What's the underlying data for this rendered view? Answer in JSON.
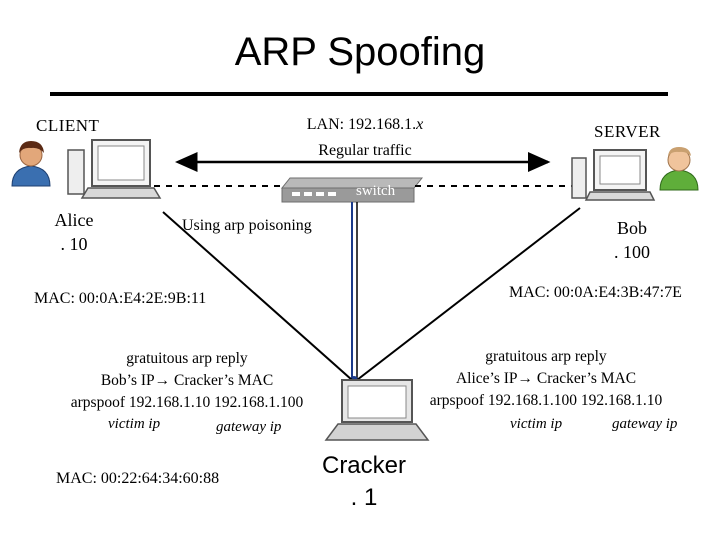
{
  "title": "ARP Spoofing",
  "client": {
    "role": "CLIENT",
    "name": "Alice",
    "ip": ". 10",
    "mac": "MAC: 00:0A:E4:2E:9B:11"
  },
  "server": {
    "role": "SERVER",
    "name": "Bob",
    "ip": ". 100",
    "mac": "MAC: 00:0A:E4:3B:47:7E"
  },
  "lan": {
    "label": "LAN: 192.168.1.",
    "label_var": "x",
    "traffic": "Regular traffic"
  },
  "switch": {
    "label": "switch"
  },
  "poisoning": "Using arp poisoning",
  "left_block": {
    "line1": "gratuitous arp reply",
    "line2": "Bob’s IP→ Cracker’s MAC",
    "line3": "arpspoof 192.168.1.10  192.168.1.100",
    "victim": "victim ip",
    "gateway": "gateway ip"
  },
  "right_block": {
    "line1": "gratuitous arp reply",
    "line2": "Alice’s IP→ Cracker’s MAC",
    "line3": "arpspoof 192.168.1.100  192.168.1.10",
    "victim": "victim ip",
    "gateway": "gateway ip"
  },
  "cracker": {
    "name": "Cracker",
    "ip": ". 1",
    "mac": "MAC: 00:22:64:34:60:88"
  },
  "colors": {
    "line": "#000000",
    "wire_blue": "#1a3a8a",
    "switch_gray": "#8a8a8a",
    "monitor_screen": "#ffffff"
  }
}
